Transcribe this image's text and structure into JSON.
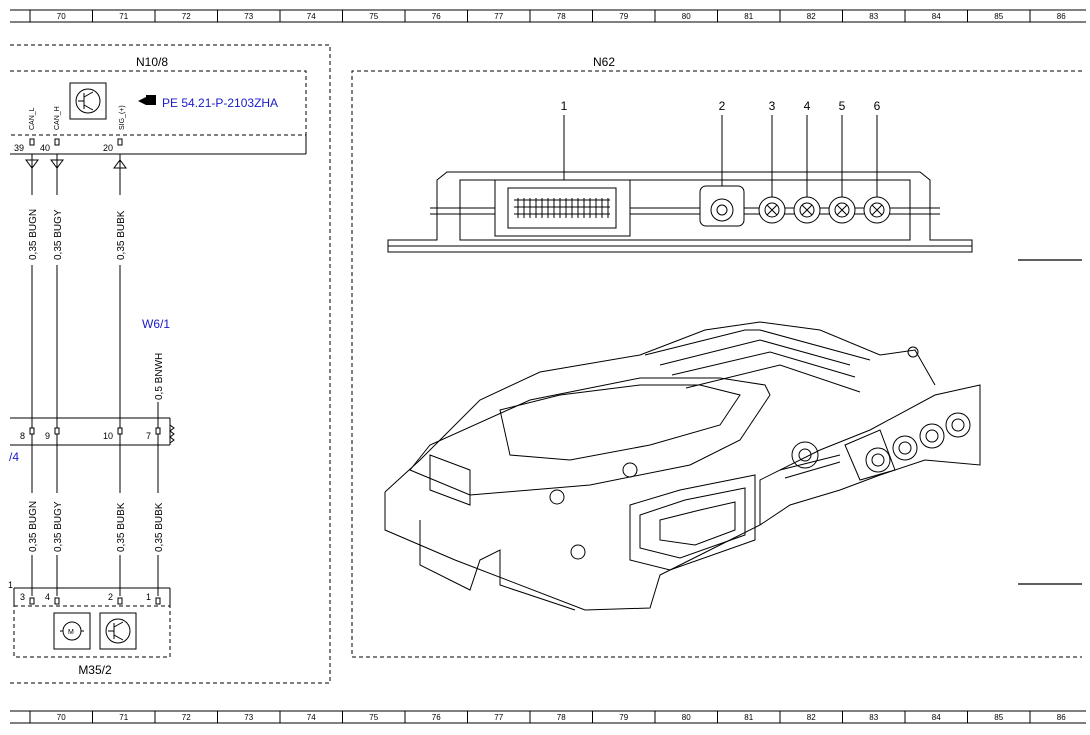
{
  "ruler": {
    "numbers": [
      "70",
      "71",
      "72",
      "73",
      "74",
      "75",
      "76",
      "77",
      "78",
      "79",
      "80",
      "81",
      "82",
      "83",
      "84",
      "85",
      "86"
    ]
  },
  "components": {
    "n10_8": {
      "label": "N10/8",
      "ref": "PE 54.21-P-2103ZHA",
      "pins": [
        {
          "num": "39",
          "signal": "CAN_L"
        },
        {
          "num": "40",
          "signal": "CAN_H"
        },
        {
          "num": "20",
          "signal": "SIG_(+)"
        }
      ]
    },
    "n62": {
      "label": "N62",
      "callouts": [
        "1",
        "2",
        "3",
        "4",
        "5",
        "6"
      ]
    },
    "w6_1": {
      "label": "W6/1",
      "wire": "0,5 BNWH"
    },
    "connector_mid": {
      "pins": [
        "8",
        "9",
        "10",
        "7"
      ],
      "edge_label": "/4"
    },
    "m35_2": {
      "label": "M35/2",
      "connector_label": "1",
      "pins": [
        "3",
        "4",
        "2",
        "1"
      ]
    }
  },
  "wires": {
    "upper": [
      "0,35 BUGN",
      "0,35 BUGY",
      "0,35 BUBK"
    ],
    "lower": [
      "0,35 BUGN",
      "0,35 BUGY",
      "0,35 BUBK",
      "0,35 BUBK"
    ]
  },
  "colors": {
    "line": "#000000",
    "link": "#1a1acc",
    "background": "#ffffff"
  }
}
